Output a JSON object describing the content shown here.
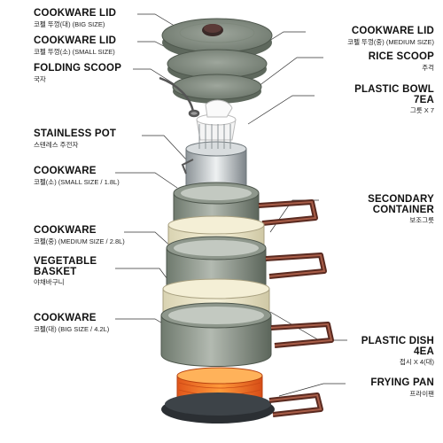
{
  "labels_left": [
    {
      "id": "cookware-lid-big",
      "en": "COOKWARE LID",
      "kr": "코펠 뚜껑(대) (BIG SIZE)"
    },
    {
      "id": "cookware-lid-small",
      "en": "COOKWARE LID",
      "kr": "코펠 뚜껑(소) (SMALL SIZE)"
    },
    {
      "id": "folding-scoop",
      "en": "FOLDING SCOOP",
      "kr": "국자"
    },
    {
      "id": "stainless-pot",
      "en": "STAINLESS POT",
      "kr": "스텐레스 주전자"
    },
    {
      "id": "cookware-small",
      "en": "COOKWARE",
      "kr": "코펠(소) (SMALL SIZE / 1.8L)"
    },
    {
      "id": "cookware-medium",
      "en": "COOKWARE",
      "kr": "코펠(중) (MEDIUM SIZE / 2.8L)"
    },
    {
      "id": "vegetable-basket",
      "en": "VEGETABLE BASKET",
      "kr": "야채바구니"
    },
    {
      "id": "cookware-big",
      "en": "COOKWARE",
      "kr": "코펠(대) (BIG SIZE / 4.2L)"
    }
  ],
  "labels_right": [
    {
      "id": "cookware-lid-medium",
      "en": "COOKWARE LID",
      "kr": "코펠 뚜껑(중) (MEDIUM SIZE)"
    },
    {
      "id": "rice-scoop",
      "en": "RICE SCOOP",
      "kr": "주걱"
    },
    {
      "id": "plastic-bowl",
      "en": "PLASTIC BOWL 7EA",
      "kr": "그릇 X 7"
    },
    {
      "id": "secondary-container",
      "en": "SECONDARY CONTAINER",
      "kr": "보조그릇"
    },
    {
      "id": "plastic-dish",
      "en": "PLASTIC DISH 4EA",
      "kr": "접시 X 4(대)"
    },
    {
      "id": "frying-pan",
      "en": "FRYING PAN",
      "kr": "프라이팬"
    }
  ]
}
